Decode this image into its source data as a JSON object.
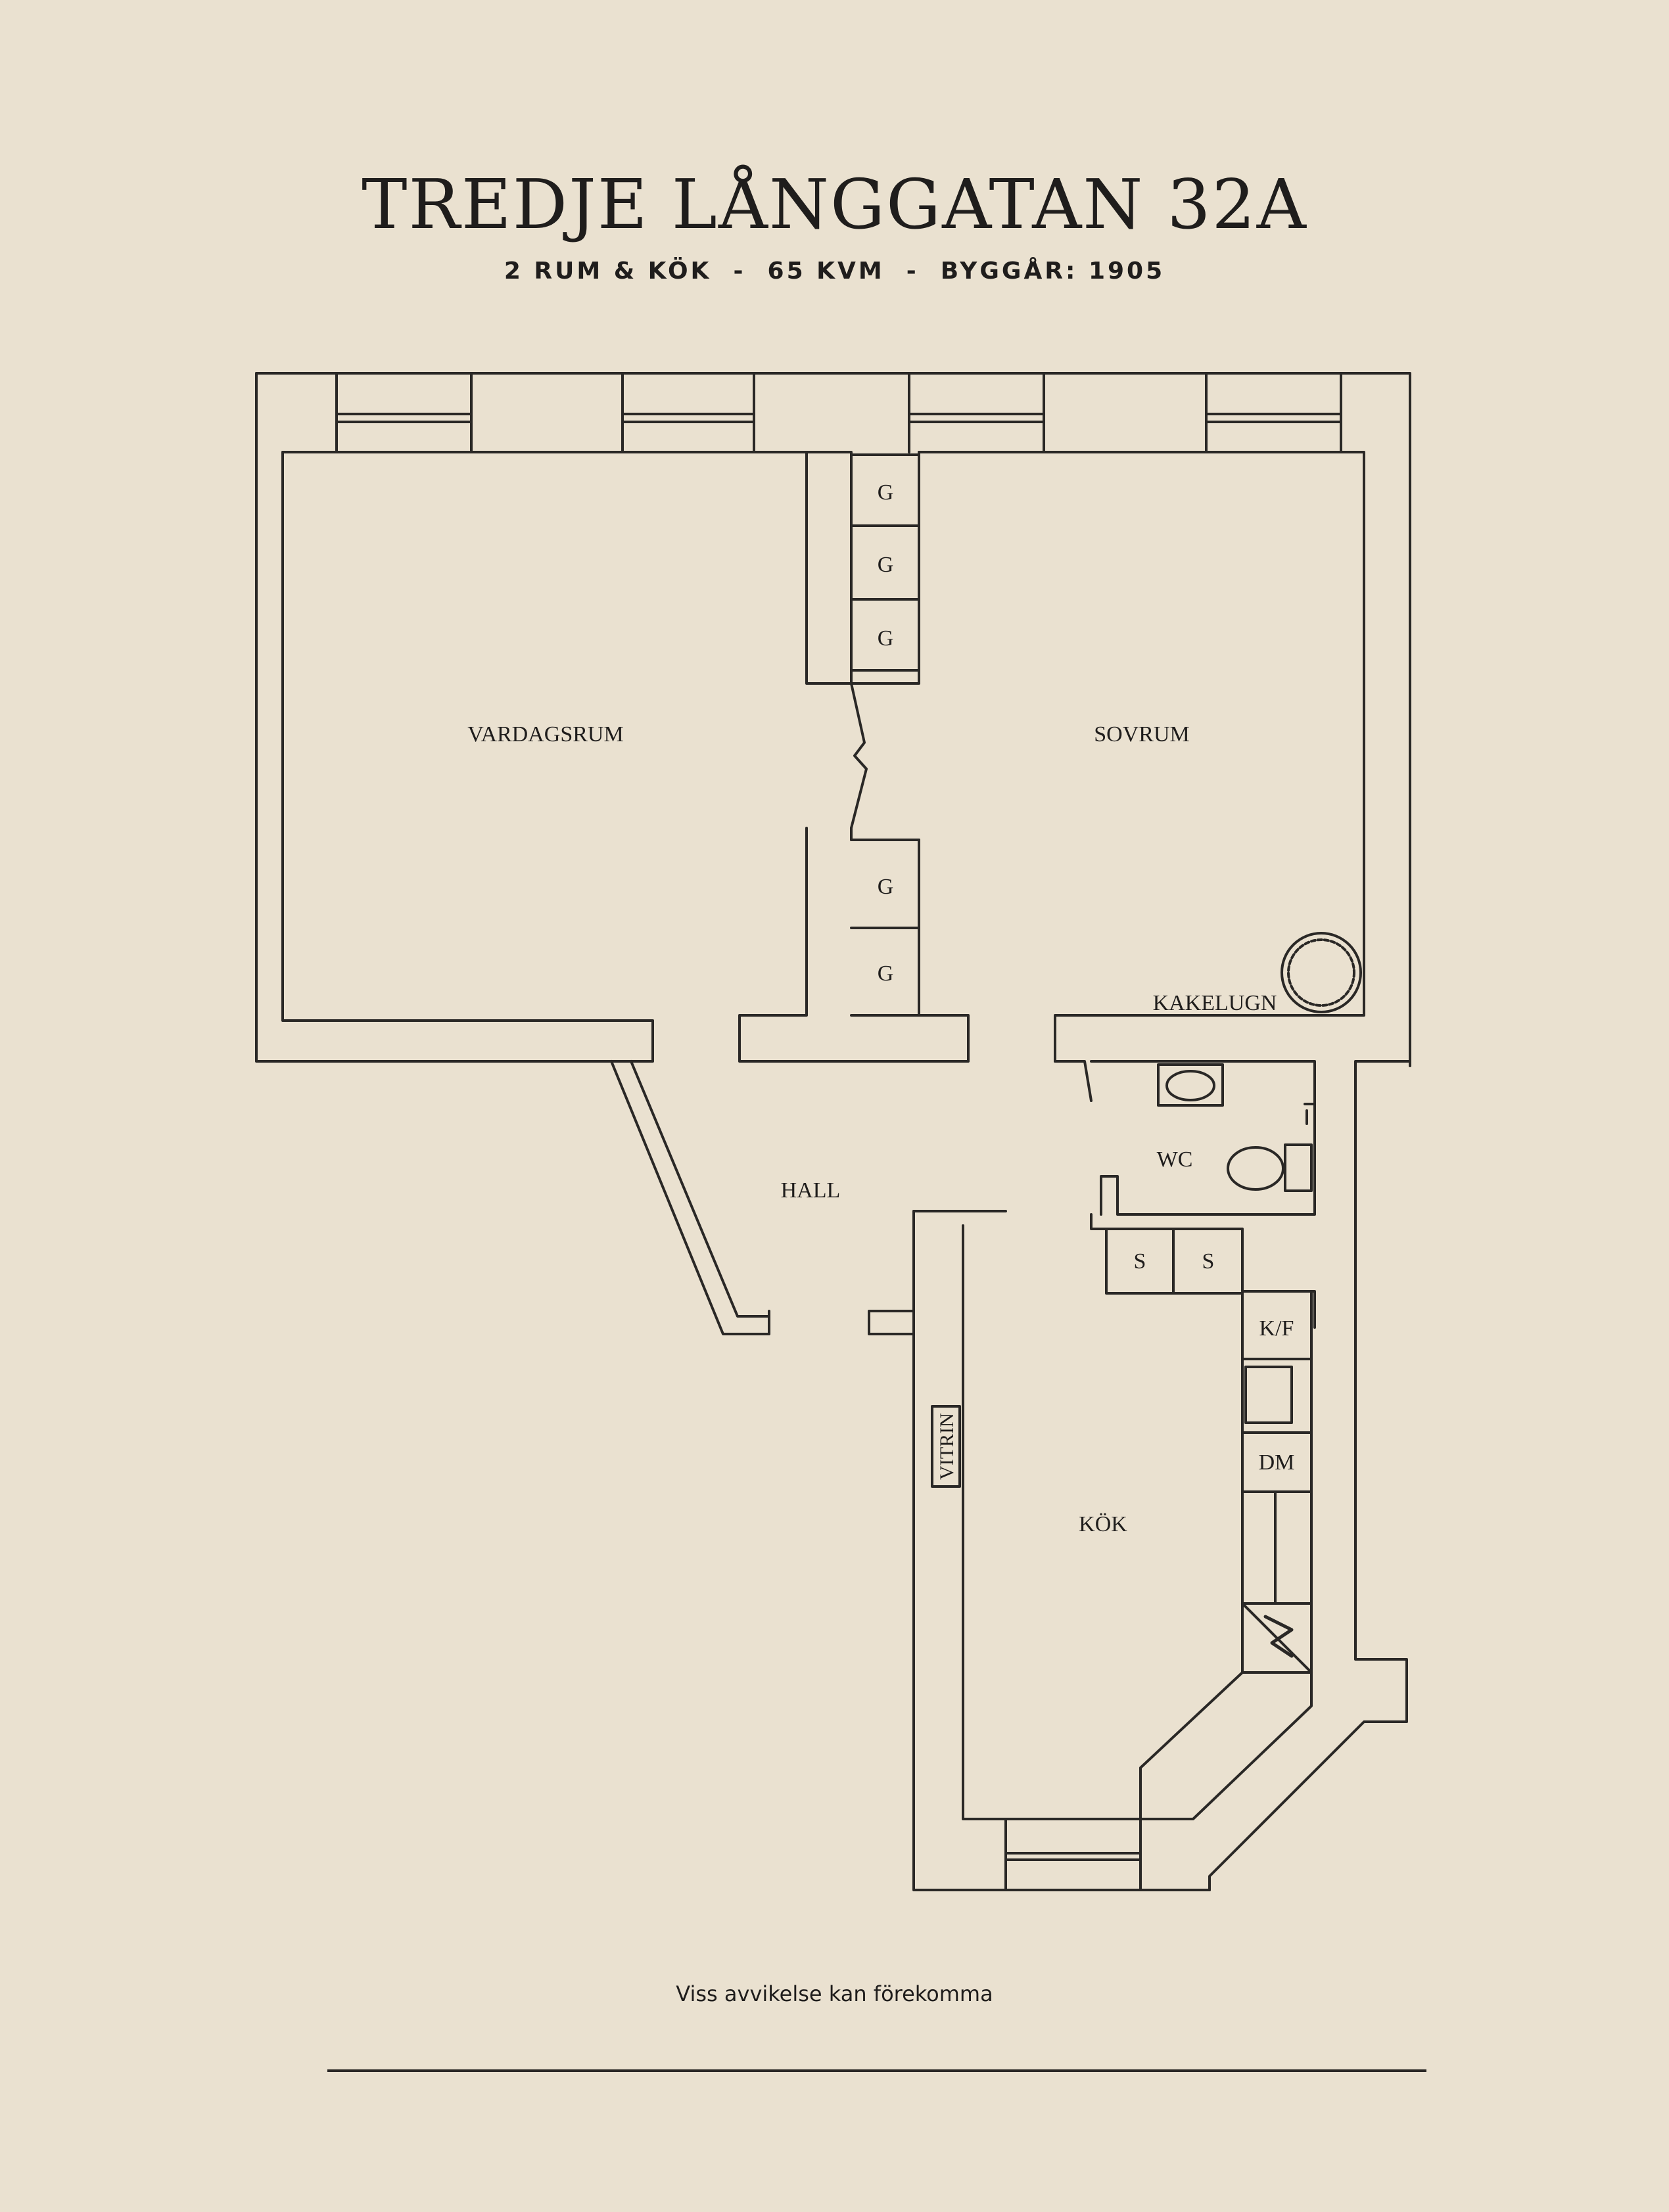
{
  "header": {
    "title": "TREDJE LÅNGGATAN 32A",
    "subtitle": "2 RUM & KÖK  -  65 KVM  -  BYGGÅR: 1905"
  },
  "rooms": {
    "living": "VARDAGSRUM",
    "bedroom": "SOVRUM",
    "hall": "HALL",
    "kitchen": "KÖK",
    "wc": "WC"
  },
  "fixtures": {
    "wardrobe": "G",
    "storage": "S",
    "fridge_freezer": "K/F",
    "dishwasher": "DM",
    "tile_stove": "KAKELUGN",
    "display_cabinet": "VITRIN"
  },
  "footer": {
    "disclaimer": "Viss avvikelse kan förekomma"
  },
  "colors": {
    "background": "#eae1d0",
    "ink": "#2a2826"
  }
}
